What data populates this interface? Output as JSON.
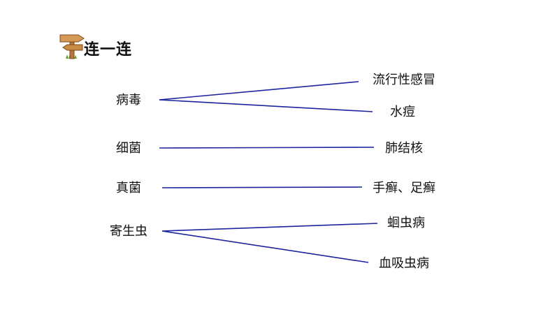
{
  "title": "连一连",
  "line_color": "#1c24a0",
  "left_items": [
    "病毒",
    "细菌",
    "真菌",
    "寄生虫"
  ],
  "right_items": [
    "流行性感冒",
    "水痘",
    "肺结核",
    "手癣、足癣",
    "蛔虫病",
    "血吸虫病"
  ],
  "links": [
    {
      "from": "病毒",
      "to": "流行性感冒"
    },
    {
      "from": "病毒",
      "to": "水痘"
    },
    {
      "from": "细菌",
      "to": "肺结核"
    },
    {
      "from": "真菌",
      "to": "手癣、足癣"
    },
    {
      "from": "寄生虫",
      "to": "蛔虫病"
    },
    {
      "from": "寄生虫",
      "to": "血吸虫病"
    }
  ],
  "icon": "wooden-signpost-icon"
}
